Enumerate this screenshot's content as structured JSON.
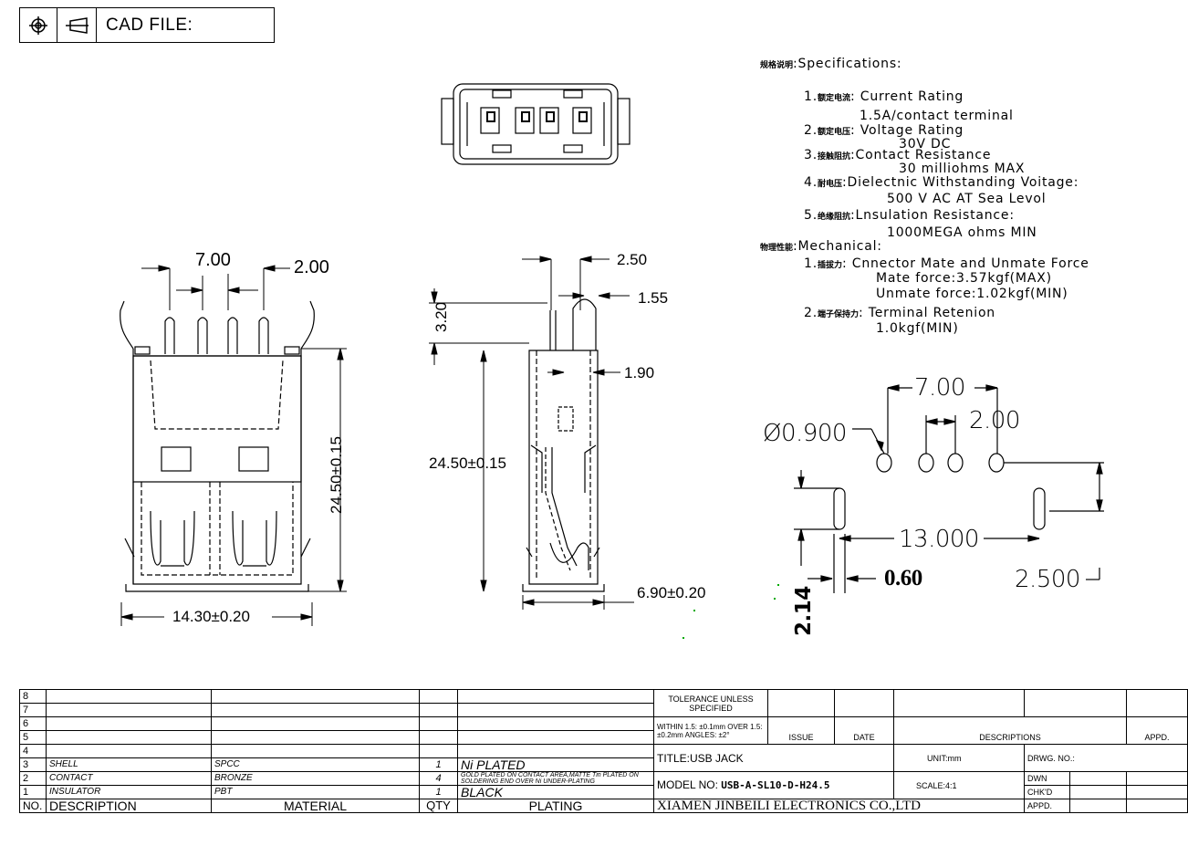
{
  "header": {
    "cad_label": "CAD FILE:",
    "icons": [
      "crosshair-icon",
      "view-projection-icon"
    ]
  },
  "specs": {
    "title_cn": "规格说明",
    "title": ":Specifications:",
    "i1_num": "1.",
    "i1_cn": "额定电流",
    "i1": ": Current  Rating",
    "i1_val": "1.5A/contact  terminal",
    "i2_num": "2.",
    "i2_cn": "额定电压",
    "i2": ": Voltage  Rating",
    "i2_val": "30V  DC",
    "i3_num": "3.",
    "i3_cn": "接触阻抗",
    "i3": ":Contact  Resistance",
    "i3_val": "30  milliohms  MAX",
    "i4_num": "4.",
    "i4_cn": "耐电压",
    "i4": ":Dielectnic  Withstanding  Voitage:",
    "i4_val": "500  V  AC  AT  Sea  Levol",
    "i5_num": "5.",
    "i5_cn": "绝缘阻抗",
    "i5": ":Lnsulation  Resistance:",
    "i5_val": "1000MEGA  ohms  MIN",
    "mech_cn": "物理性能",
    "mech": ":Mechanical:",
    "m1_num": "1.",
    "m1_cn": "插拔力",
    "m1": ": Cnnector  Mate  and  Unmate  Force",
    "m1_v1": "Mate  force:3.57kgf(MAX)",
    "m1_v2": "Unmate  force:1.02kgf(MIN)",
    "m2_num": "2.",
    "m2_cn": "端子保持力",
    "m2": ": Terminal  Retenion",
    "m2_val": "1.0kgf(MIN)"
  },
  "dims": {
    "front_pitch": "7.00",
    "front_pin": "2.00",
    "front_height": "24.50±0.15",
    "front_width": "14.30±0.20",
    "side_top": "2.50",
    "side_155": "1.55",
    "side_320": "3.20",
    "side_190": "1.90",
    "side_height": "24.50±0.15",
    "side_width": "6.90±0.20",
    "pcb_7": "7.00",
    "pcb_2": "2.00",
    "pcb_dia": "Ø0.900",
    "pcb_13": "13.000",
    "pcb_060": "0.60",
    "pcb_2500": "2.500",
    "pcb_214": "2.14"
  },
  "table": {
    "rows": [
      {
        "no": "8",
        "desc": "",
        "mat": "",
        "qty": "",
        "plating": ""
      },
      {
        "no": "7",
        "desc": "",
        "mat": "",
        "qty": "",
        "plating": ""
      },
      {
        "no": "6",
        "desc": "",
        "mat": "",
        "qty": "",
        "plating": ""
      },
      {
        "no": "5",
        "desc": "",
        "mat": "",
        "qty": "",
        "plating": ""
      },
      {
        "no": "4",
        "desc": "",
        "mat": "",
        "qty": "",
        "plating": ""
      },
      {
        "no": "3",
        "desc": "SHELL",
        "mat": "SPCC",
        "qty": "1",
        "plating": "Ni  PLATED"
      },
      {
        "no": "2",
        "desc": "CONTACT",
        "mat": "BRONZE",
        "qty": "4",
        "plating": "GOLD PLATED ON CONTACT AREA,MATTE Tin PLATED ON SOLDERING END OVER Ni UNDER-PLATING"
      },
      {
        "no": "1",
        "desc": "INSULATOR",
        "mat": "PBT",
        "qty": "1",
        "plating": "BLACK"
      }
    ],
    "head": {
      "no": "NO.",
      "desc": "DESCRIPTION",
      "mat": "MATERIAL",
      "qty": "QTY",
      "plating": "PLATING"
    },
    "tolerance": "TOLERANCE UNLESS SPECIFIED",
    "tol_vals": "WITHIN 1.5: ±0.1mm OVER 1.5: ±0.2mm ANGLES: ±2°",
    "issue": "ISSUE",
    "date": "DATE",
    "descriptions": "DESCRIPTIONS",
    "appd": "APPD.",
    "title": "TITLE:USB  JACK",
    "unit": "UNIT:mm",
    "drwg": "DRWG.  NO.:",
    "model_label": "MODEL  NO:",
    "model": "USB-A-SL10-D-H24.5",
    "scale": "SCALE:4:1",
    "dwn": "DWN",
    "chkd": "CHK'D",
    "company": "XIAMEN JINBEILI ELECTRONICS CO.,LTD",
    "appd2": "APPD."
  }
}
